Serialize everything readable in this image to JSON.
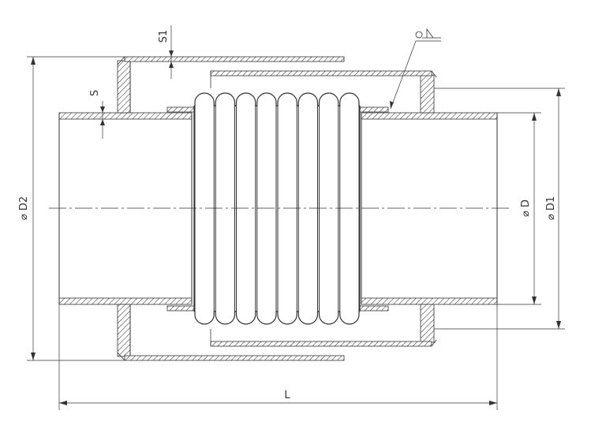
{
  "dimensions": {
    "length": "L",
    "diameter": "D",
    "diameter_1": "D1",
    "diameter_2": "D2",
    "wall": "S",
    "wall_1": "S1",
    "diameter_symbol": "⌀"
  },
  "colors": {
    "line": "#333333",
    "hatch": "#444444",
    "background": "#ffffff"
  },
  "icons": [
    "weld-symbol-icon"
  ]
}
